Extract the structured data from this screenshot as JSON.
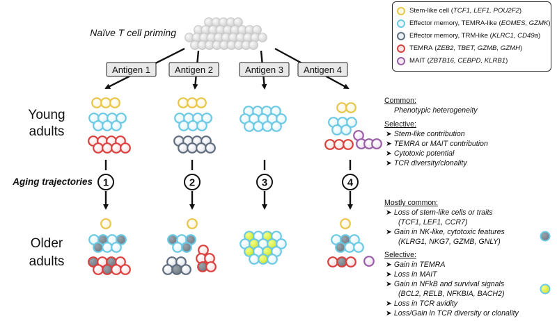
{
  "priming_label": "Naïve T cell priming",
  "antigens": [
    "Antigen 1",
    "Antigen 2",
    "Antigen 3",
    "Antigen 4"
  ],
  "row_labels": {
    "young_1": "Young",
    "young_2": "adults",
    "older_1": "Older",
    "older_2": "adults",
    "aging": "Aging trajectories"
  },
  "trajectory_numbers": [
    "1",
    "2",
    "3",
    "4"
  ],
  "legend": [
    {
      "name": "Stem-like cell",
      "genes": "TCF1, LEF1, POU2F2",
      "color": "#e8c64a"
    },
    {
      "name": "Effector memory, TEMRA-like",
      "genes": "EOMES, GZMK",
      "color": "#6cc9e4"
    },
    {
      "name": "Effector memory, TRM-like",
      "genes": "KLRC1, CD49a",
      "color": "#606d7e"
    },
    {
      "name": "TEMRA",
      "genes": "ZEB2, TBET, GZMB, GZMH",
      "color": "#d9413f"
    },
    {
      "name": "MAIT",
      "genes": "ZBTB16, CEBPD, KLRB1",
      "color": "#9a5fa6"
    }
  ],
  "young_notes": {
    "common_header": "Common:",
    "common_items": [
      "Phenotypic heterogeneity"
    ],
    "selective_header": "Selective:",
    "selective_items": [
      "Stem-like contribution",
      "TEMRA or MAIT contribution",
      "Cytotoxic potential",
      "TCR diversity/clonality"
    ]
  },
  "older_notes": {
    "common_header": "Mostly common:",
    "common_items": [
      {
        "line1": "Loss of stem-like cells or traits",
        "line2": "(TCF1, LEF1, CCR7)"
      },
      {
        "line1": "Gain in NK-like, cytotoxic features",
        "line2": "(KLRG1, NKG7, GZMB, GNLY)"
      }
    ],
    "selective_header": "Selective:",
    "selective_items": [
      {
        "line1": "Gain in TEMRA"
      },
      {
        "line1": "Loss in MAIT"
      },
      {
        "line1": "Gain in NFkB and survival signals",
        "line2": "(BCL2, RELB, NFKBIA, BACH2)"
      },
      {
        "line1": "Loss in TCR avidity"
      },
      {
        "line1": "Loss/Gain in TCR diversity or clonality"
      }
    ]
  },
  "colors": {
    "stem": "#e8c64a",
    "em": "#6cc9e4",
    "trm": "#606d7e",
    "temra": "#d9413f",
    "mait": "#9a5fa6",
    "naive": "#c8c8c8",
    "nk_fill": "#7f8a93",
    "nfkb_fill": "#d9ee3a"
  }
}
